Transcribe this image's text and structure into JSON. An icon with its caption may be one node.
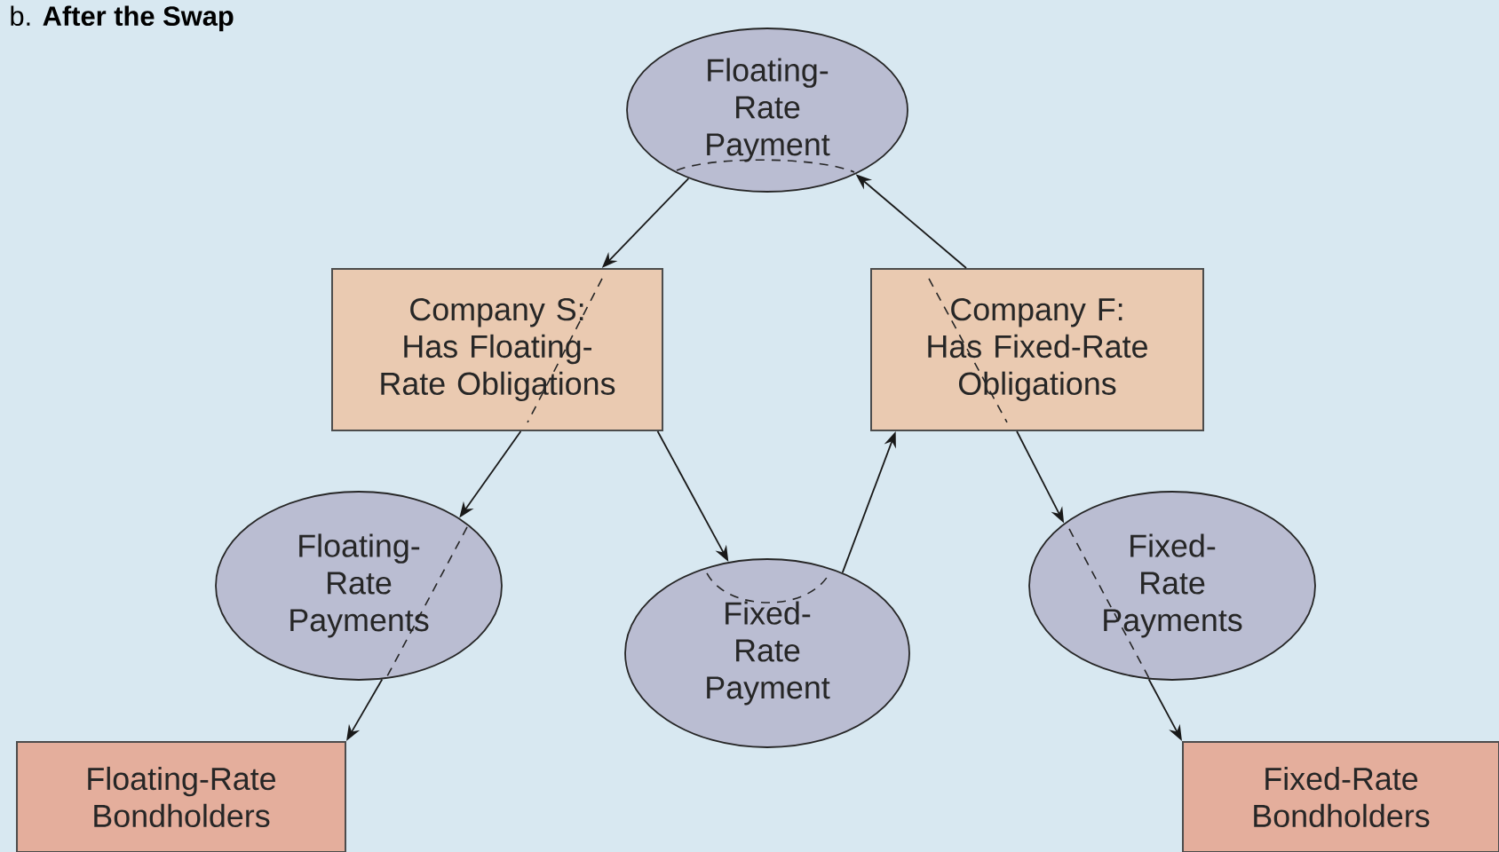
{
  "diagram": {
    "title": "b. **After the Swap**",
    "nodes": [
      {
        "text": [
          "Floating-Rate Payment"
        ]
      },
      {
        "text": [
          "Company S: Has Floating-Rate Obligations"
        ]
      },
      {
        "text": [
          "Company F: Has Fixed-Rate Obligations"
        ]
      },
      {
        "text": [
          "Floating-Rate Payments"
        ]
      },
      {
        "text": [
          "Fixed-Rate Payment"
        ]
      },
      {
        "text": [
          "Fixed-Rate Payments"
        ]
      },
      {
        "text": [
          "Floating-Rate Bondholders"
        ]
      },
      {
        "text": [
          "Fixed-Rate Bondholders"
        ]
      }
    ],
    "edges": [
      {
        "from": 0,
        "to": 1,
        "arrow": "to"
      },
      {
        "from": 2,
        "to": 0,
        "arrow": "to"
      },
      {
        "from": 1,
        "to": 3,
        "arrow": "to"
      },
      {
        "from": 1,
        "to": 4,
        "arrow": "to"
      },
      {
        "from": 4,
        "to": 2,
        "arrow": "to"
      },
      {
        "from": 2,
        "to": 5,
        "arrow": "to"
      },
      {
        "from": 3,
        "to": 6,
        "arrow": "to"
      },
      {
        "from": 5,
        "to": 7,
        "arrow": "to"
      }
    ]
  }
}
